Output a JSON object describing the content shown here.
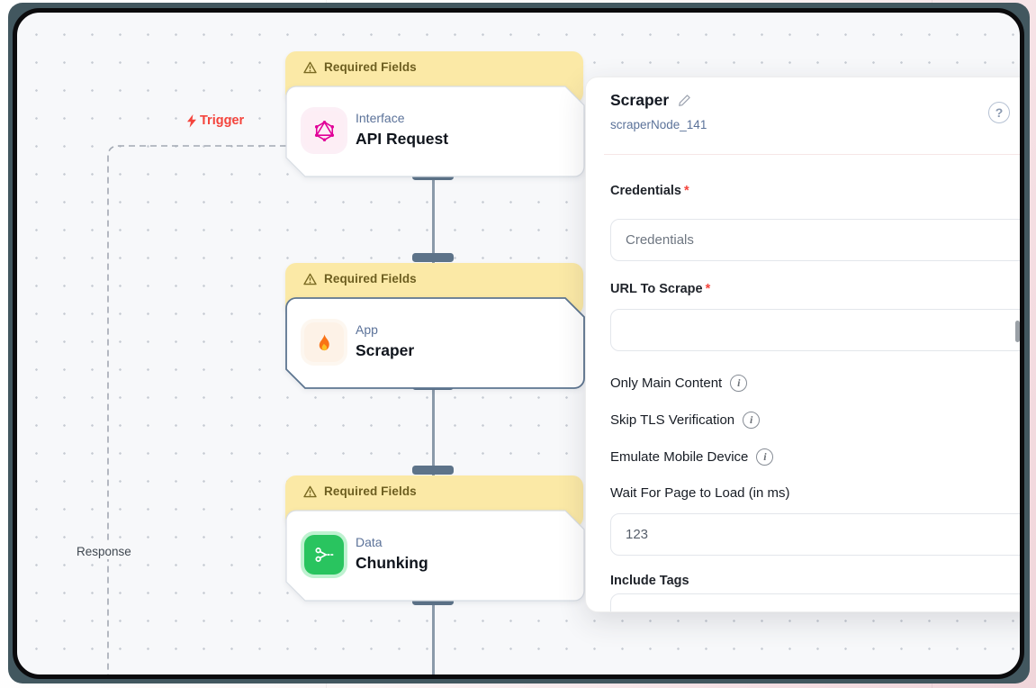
{
  "canvas": {
    "trigger_label": "Trigger",
    "response_label": "Response",
    "nodes": [
      {
        "warning": "Required Fields",
        "category": "Interface",
        "title": "API Request"
      },
      {
        "warning": "Required Fields",
        "category": "App",
        "title": "Scraper"
      },
      {
        "warning": "Required Fields",
        "category": "Data",
        "title": "Chunking"
      }
    ]
  },
  "panel": {
    "title": "Scraper",
    "node_id": "scraperNode_141",
    "help_glyph": "?",
    "info_glyph": "i",
    "fields": {
      "credentials": {
        "label": "Credentials",
        "required": "*",
        "placeholder": "Credentials"
      },
      "url": {
        "label": "URL To Scrape",
        "required": "*",
        "value": ""
      },
      "only_main_content": {
        "label": "Only Main Content"
      },
      "skip_tls": {
        "label": "Skip TLS Verification"
      },
      "emulate_mobile": {
        "label": "Emulate Mobile Device"
      },
      "wait": {
        "label": "Wait For Page to Load (in ms)",
        "value": "123"
      },
      "include_tags": {
        "label": "Include Tags"
      }
    }
  },
  "colors": {
    "warning_bg": "#fbe9a6",
    "selected_border": "#5d7590",
    "edge": "#5d7389",
    "trigger_red": "#f4443c",
    "data_green": "#29c45f",
    "interface_pink": "#e10098",
    "teal_backing": "#42575f"
  }
}
